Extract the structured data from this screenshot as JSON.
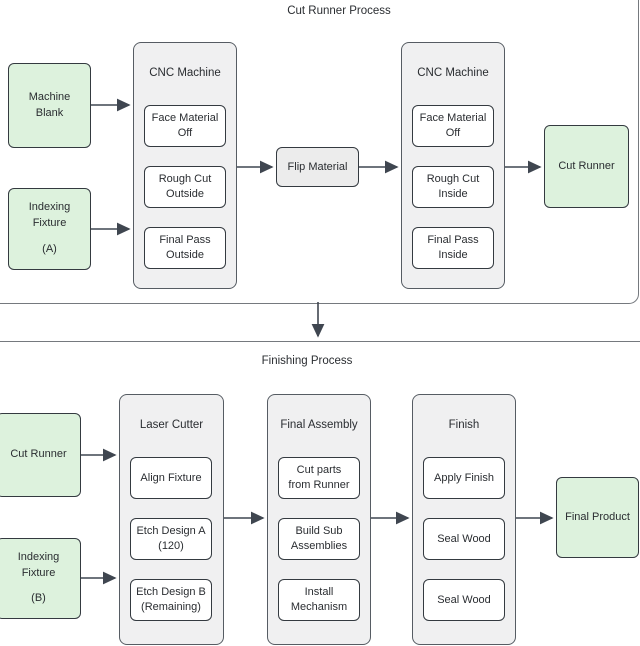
{
  "colors": {
    "node_green": "#ddf2dd",
    "node_border": "#343a40",
    "container_fill": "#f0f0f1",
    "container_border": "#565c63",
    "section_border": "#75797e",
    "flip_fill": "#ececec",
    "arrow": "#3f4650",
    "text": "#2a2d31"
  },
  "cut_runner_process": {
    "title": "Cut Runner Process",
    "machine_blank": {
      "label": "Machine Blank"
    },
    "indexing_fixture_a": {
      "label": "Indexing Fixture",
      "sublabel": "(A)"
    },
    "cnc_machine_1": {
      "title": "CNC Machine",
      "steps": [
        "Face Material Off",
        "Rough Cut Outside",
        "Final Pass Outside"
      ]
    },
    "flip_material": {
      "label": "Flip Material"
    },
    "cnc_machine_2": {
      "title": "CNC Machine",
      "steps": [
        "Face Material Off",
        "Rough Cut Inside",
        "Final Pass Inside"
      ]
    },
    "cut_runner": {
      "label": "Cut Runner"
    }
  },
  "finishing_process": {
    "title": "Finishing Process",
    "cut_runner": {
      "label": "Cut Runner"
    },
    "indexing_fixture_b": {
      "label": "Indexing Fixture",
      "sublabel": "(B)"
    },
    "laser_cutter": {
      "title": "Laser Cutter",
      "steps": [
        "Align Fixture",
        "Etch Design A (120)",
        "Etch Design B (Remaining)"
      ]
    },
    "final_assembly": {
      "title": "Final Assembly",
      "steps": [
        "Cut parts from Runner",
        "Build Sub Assemblies",
        "Install Mechanism"
      ]
    },
    "finish": {
      "title": "Finish",
      "steps": [
        "Apply Finish",
        "Seal Wood",
        "Seal Wood"
      ]
    },
    "final_product": {
      "label": "Final Product"
    }
  }
}
